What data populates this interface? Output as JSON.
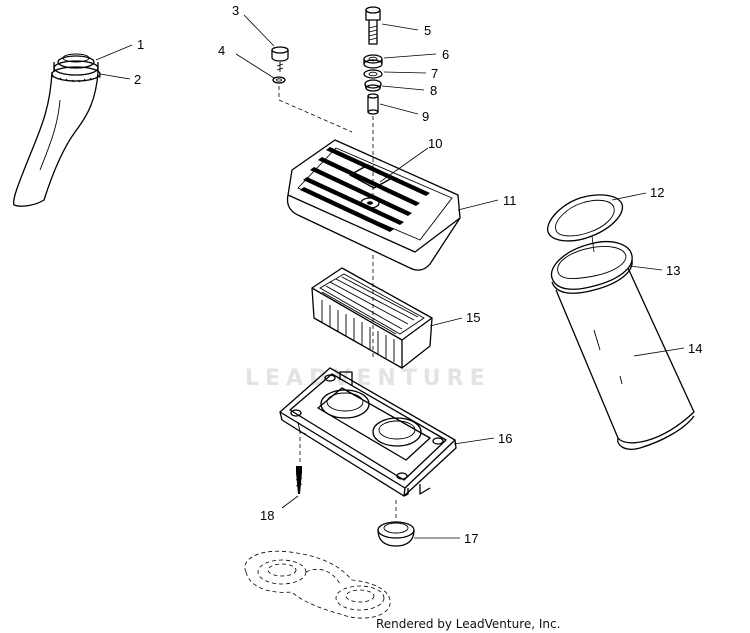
{
  "watermark": "LEADVENTURE",
  "credit": "Rendered by LeadVenture, Inc.",
  "callouts": [
    "1",
    "2",
    "3",
    "4",
    "5",
    "6",
    "7",
    "8",
    "9",
    "10",
    "11",
    "12",
    "13",
    "14",
    "15",
    "16",
    "17",
    "18"
  ]
}
